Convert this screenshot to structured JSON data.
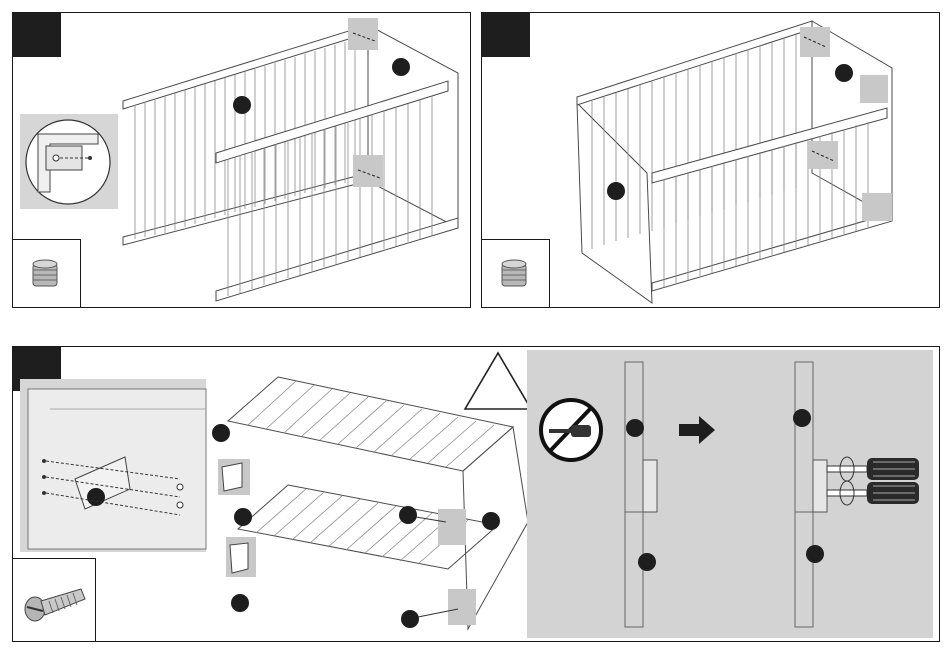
{
  "panels": [
    {
      "id": "step-1",
      "step_label": "",
      "part_label": ""
    },
    {
      "id": "step-2",
      "step_label": "",
      "part_label": ""
    },
    {
      "id": "step-3",
      "step_label": "",
      "part_label": ""
    }
  ],
  "callouts": [],
  "warning_symbol": "triangle-warning-icon",
  "detail_instruction": "",
  "colors": {
    "badge": "#1e1e1e",
    "detail_bg": "#d3d3d3",
    "highlight": "#c8c8c8",
    "line": "#4a4a4a"
  },
  "icons": [
    "insert-nut-icon",
    "screw-icon",
    "no-screwdriver-icon",
    "arrow-right-icon",
    "screwdriver-icon"
  ]
}
